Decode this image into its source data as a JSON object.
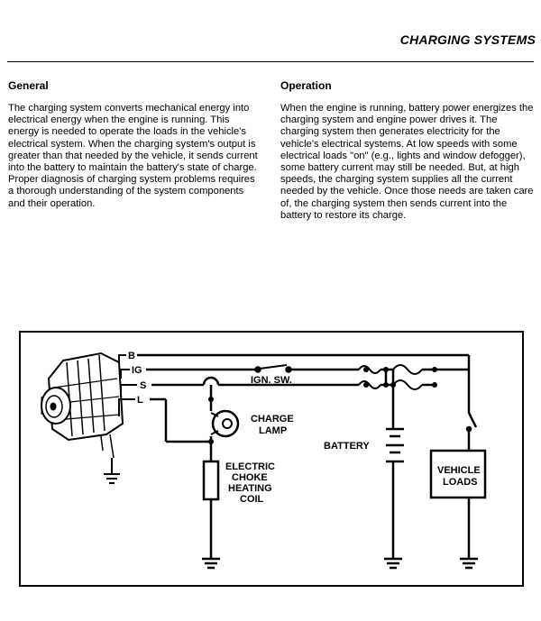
{
  "header": {
    "title": "CHARGING SYSTEMS"
  },
  "general": {
    "heading": "General",
    "body": "The charging system converts mechanical energy into electrical energy when the engine is running. This energy is needed to operate the loads in the vehicle's electrical system. When the charging system's output is greater than that needed by the vehicle, it sends current into the battery to maintain the battery's state of charge. Proper diagnosis of charging system problems requires a thorough understanding of the system components and their operation."
  },
  "operation": {
    "heading": "Operation",
    "body": "When the engine is running, battery power energizes the charging system and engine power drives it. The charging system then generates electricity for the vehicle's electrical systems. At low speeds with some electrical loads \"on\" (e.g., lights and window defogger), some battery current may still be needed. But, at high speeds, the charging system supplies all the current needed by the vehicle. Once those needs are taken care of, the charging system then sends current into the battery to restore its charge."
  },
  "diagram": {
    "terminals": {
      "b": "B",
      "ig": "IG",
      "s": "S",
      "l": "L"
    },
    "ign_switch": "IGN. SW.",
    "charge_lamp": [
      "CHARGE",
      "LAMP"
    ],
    "choke_coil": [
      "ELECTRIC",
      "CHOKE",
      "HEATING",
      "COIL"
    ],
    "battery": "BATTERY",
    "vehicle_loads": [
      "VEHICLE",
      "LOADS"
    ]
  }
}
